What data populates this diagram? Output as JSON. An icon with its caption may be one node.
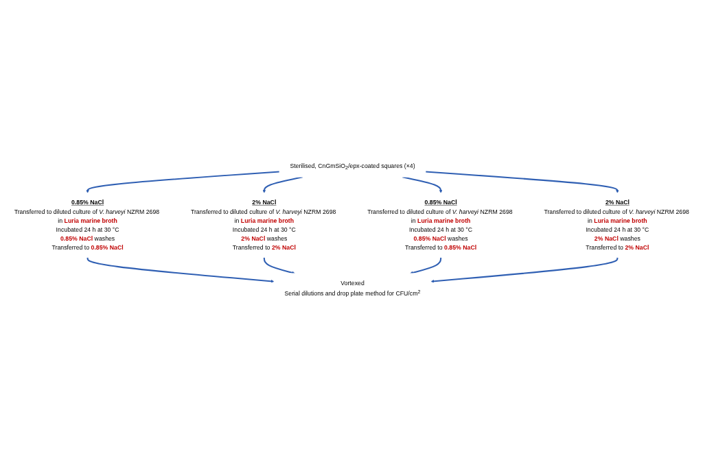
{
  "diagram": {
    "nodes": [
      {
        "text": [
          "Sterilised, CnGmSiO$_{2}$/epx-coated squares (×4)"
        ]
      },
      {
        "text": [
          "0.85% NaCl",
          "Transferred to diluted culture of *V. harveyi* NZRM 2698 in **Luria marine broth**",
          "Incubated 24 h at 30 °C",
          "**0.85% NaCl** washes",
          "Transferred to **0.85% NaCl**"
        ]
      },
      {
        "text": [
          "2% NaCl",
          "Transferred to diluted culture of *V. harveyi* NZRM 2698 in **Luria marine broth**",
          "Incubated 24 h at 30 °C",
          "**2% NaCl** washes",
          "Transferred to **2% NaCl**"
        ]
      },
      {
        "text": [
          "0.85% NaCl",
          "Transferred to diluted culture of *V. harveyi* NZRM 2698 in **Luria marine broth**",
          "Incubated 24 h at 30 °C",
          "**0.85% NaCl** washes",
          "Transferred to **0.85% NaCl**"
        ]
      },
      {
        "text": [
          "2% NaCl",
          "Transferred to diluted culture of *V. harveyi* NZRM 2698 in **Luria marine broth**",
          "Incubated 24 h at 30 °C",
          "**2% NaCl** washes",
          "Transferred to **2% NaCl**"
        ]
      },
      {
        "text": [
          "Vortexed",
          "Serial dilutions and drop plate method for CFU/cm$^{2}$"
        ]
      }
    ],
    "edges": [
      {
        "from": 0,
        "to": 1,
        "arrow": "to"
      },
      {
        "from": 0,
        "to": 2,
        "arrow": "to"
      },
      {
        "from": 0,
        "to": 3,
        "arrow": "to"
      },
      {
        "from": 0,
        "to": 4,
        "arrow": "to"
      },
      {
        "from": 1,
        "to": 5,
        "arrow": "to"
      },
      {
        "from": 2,
        "to": 5,
        "arrow": "to"
      },
      {
        "from": 3,
        "to": 5,
        "arrow": "to"
      },
      {
        "from": 4,
        "to": 5,
        "arrow": "to"
      }
    ]
  }
}
